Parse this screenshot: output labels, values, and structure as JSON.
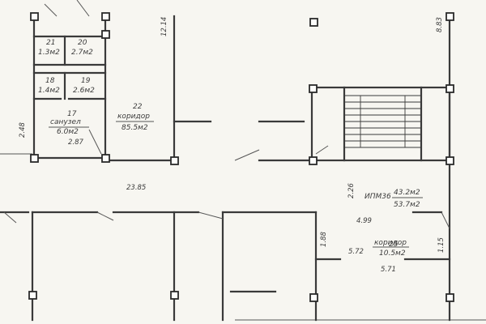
{
  "rooms": [
    {
      "number": "21",
      "area": "1.3м2"
    },
    {
      "number": "20",
      "area": "2.7м2"
    },
    {
      "number": "18",
      "area": "1.4м2"
    },
    {
      "number": "19",
      "area": "2.6м2"
    },
    {
      "number": "17",
      "name": "санузел",
      "area": "6.0м2"
    },
    {
      "number": "22",
      "name": "коридор",
      "area": "85.5м2"
    },
    {
      "number": "25",
      "name": "коридор",
      "area": "10.5м2"
    }
  ],
  "ipm": {
    "name": "ИПМ36",
    "area_a": "43.2м2",
    "area_b": "53.7м2"
  },
  "dimensions": [
    "12.14",
    "8.83",
    "2.48",
    "2.87",
    "23.85",
    "2.26",
    "4.99",
    "1.88",
    "5.72",
    "1.15",
    "5.71"
  ]
}
